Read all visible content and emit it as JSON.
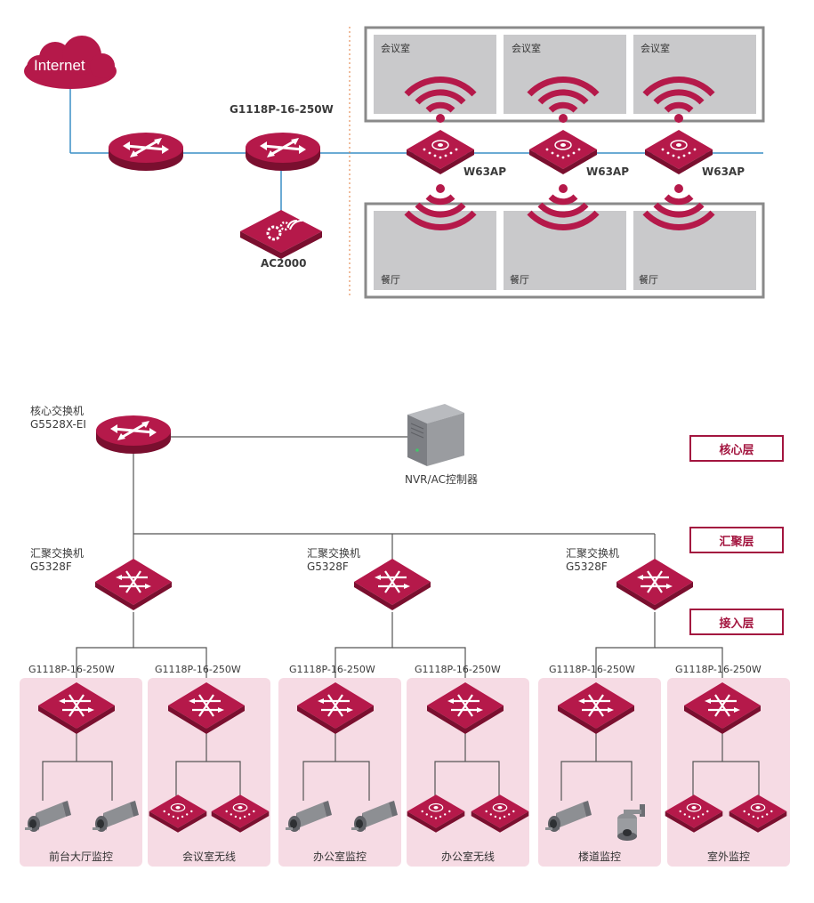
{
  "top": {
    "internet": "Internet",
    "switch_label": "G1118P-16-250W",
    "ac_label": "AC2000",
    "ap_label": "W63AP",
    "meeting_room": "会议室",
    "restaurant": "餐厅"
  },
  "bottom": {
    "core_switch_title": "核心交换机",
    "core_switch_model": "G5528X-EI",
    "server_label": "NVR/AC控制器",
    "agg_title": "汇聚交换机",
    "agg_model": "G5328F",
    "access_model": "G1118P-16-250W",
    "layers": [
      "核心层",
      "汇聚层",
      "接入层"
    ],
    "groups": [
      "前台大厅监控",
      "会议室无线",
      "办公室监控",
      "办公室无线",
      "楼道监控",
      "室外监控"
    ]
  },
  "colors": {
    "device_red": "#a3153f",
    "device_dark": "#7a0f2f",
    "panel_pink": "#f6dbe4",
    "room_gray": "#c9c9cb",
    "line_blue": "#3a8fc6",
    "line_gray": "#555555"
  }
}
